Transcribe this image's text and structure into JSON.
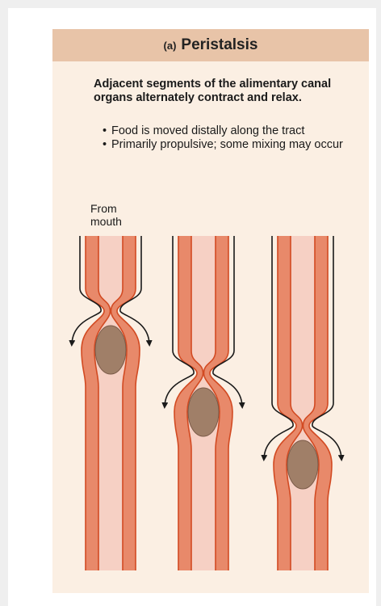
{
  "figure": {
    "label": "(a)",
    "title": "Peristalsis",
    "lead": "Adjacent segments of the alimentary canal organs alternately contract and relax.",
    "bullets": [
      "Food is moved distally along the tract",
      "Primarily propulsive; some mixing may occur"
    ],
    "from_label": "From mouth"
  },
  "colors": {
    "panel_bg": "#fbefe3",
    "header_bg": "#e8c4a8",
    "wall": "#e8896a",
    "wall_line": "#d24a22",
    "lumen": "#f6d0c4",
    "food": "#a07f68",
    "arrow": "#1a1a1a"
  }
}
